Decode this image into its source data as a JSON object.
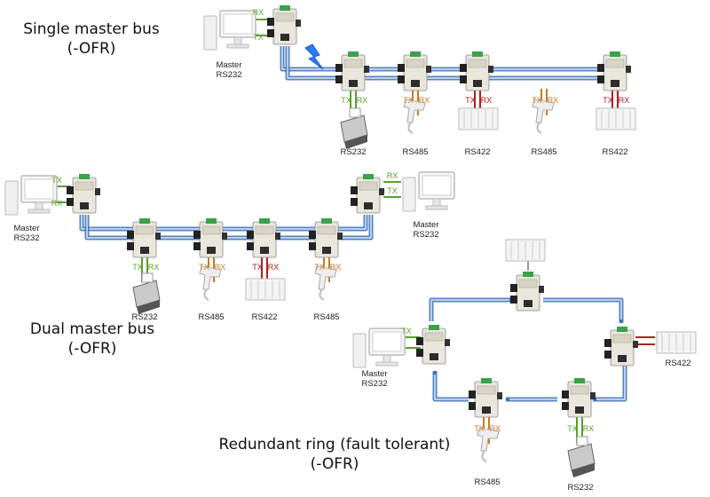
{
  "sections": {
    "single": {
      "title": "Single master bus",
      "subtitle": "(-OFR)"
    },
    "dual": {
      "title": "Dual master bus",
      "subtitle": "(-OFR)"
    },
    "ring": {
      "title": "Redundant ring (fault tolerant)",
      "subtitle": "(-OFR)"
    }
  },
  "labels": {
    "master": "Master",
    "rs232": "RS232",
    "rs485": "RS485",
    "rs422": "RS422",
    "tx": "TX",
    "rx": "RX"
  },
  "colors": {
    "fiber": "#3a6fb5",
    "tx_green": "#5aa02c",
    "rx_green": "#5aa02c",
    "tx_orange": "#c77a26",
    "rx_orange": "#c77a26",
    "tx_red": "#b0201e",
    "rx_red": "#b0201e",
    "fault": "#2b7bff"
  }
}
